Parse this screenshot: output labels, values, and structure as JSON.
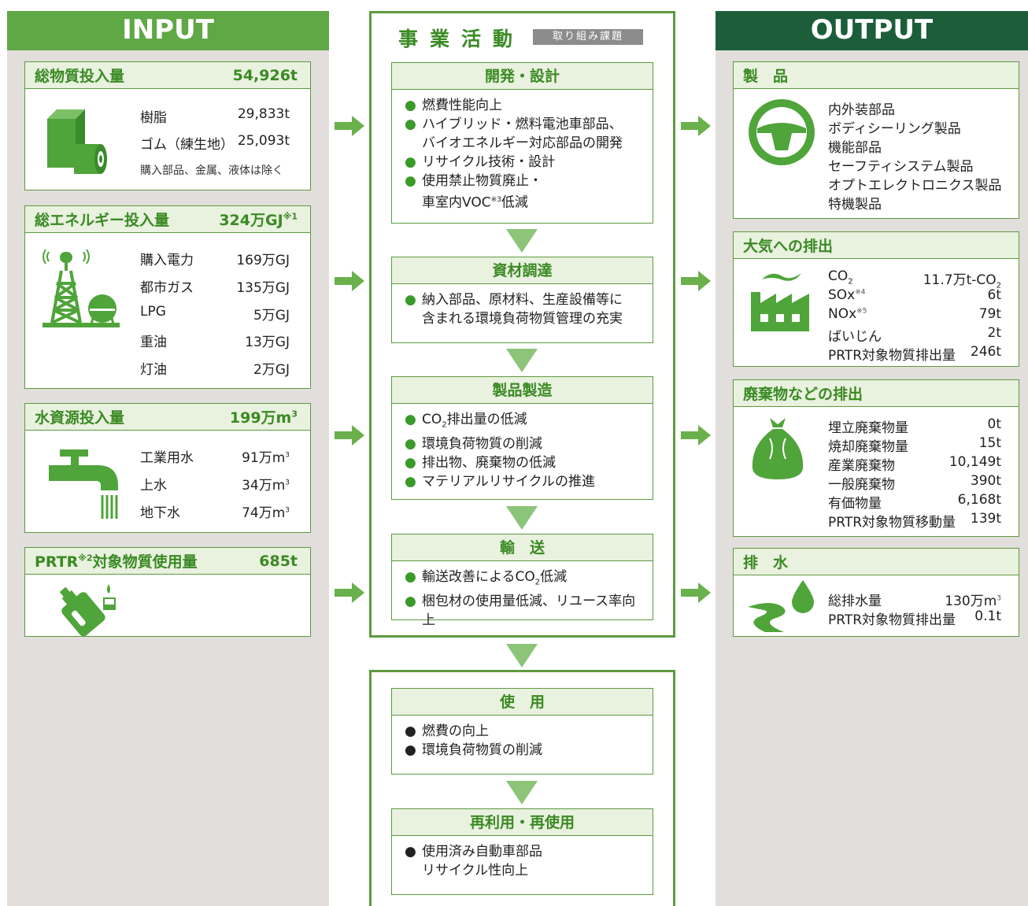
{
  "input": {
    "header": "INPUT",
    "materials": {
      "title": "総物質投入量",
      "total": "54,926t",
      "rows": [
        {
          "label": "樹脂",
          "value": "29,833t"
        },
        {
          "label": "ゴム（練生地）",
          "value": "25,093t"
        }
      ],
      "note": "購入部品、金属、液体は除く"
    },
    "energy": {
      "title": "総エネルギー投入量",
      "total": "324万GJ",
      "total_note": "※1",
      "rows": [
        {
          "label": "購入電力",
          "value": "169万GJ"
        },
        {
          "label": "都市ガス",
          "value": "135万GJ"
        },
        {
          "label": "LPG",
          "value": "5万GJ"
        },
        {
          "label": "重油",
          "value": "13万GJ"
        },
        {
          "label": "灯油",
          "value": "2万GJ"
        }
      ]
    },
    "water": {
      "title": "水資源投入量",
      "total": "199万m",
      "total_sup": "3",
      "rows": [
        {
          "label": "工業用水",
          "value": "91万m",
          "sup": "3"
        },
        {
          "label": "上水",
          "value": "34万m",
          "sup": "3"
        },
        {
          "label": "地下水",
          "value": "74万m",
          "sup": "3"
        }
      ]
    },
    "prtr": {
      "title_a": "PRTR",
      "title_note": "※2",
      "title_b": "対象物質使用量",
      "total": "685t"
    }
  },
  "center": {
    "title": "事業活動",
    "tag": "取り組み課題",
    "stages": [
      {
        "title": "開発・設計",
        "items": [
          [
            "燃費性能向上"
          ],
          [
            "ハイブリッド・燃料電池車部品、",
            "バイオエネルギー対応部品の開発"
          ],
          [
            "リサイクル技術・設計"
          ],
          [
            "使用禁止物質廃止・",
            "車室内VOC",
            "※3",
            "低減"
          ]
        ]
      },
      {
        "title": "資材調達",
        "items": [
          [
            "納入部品、原材料、生産設備等に",
            "含まれる環境負荷物質管理の充実"
          ]
        ]
      },
      {
        "title": "製品製造",
        "items": [
          [
            "CO",
            "2",
            "排出量の低減"
          ],
          [
            "環境負荷物質の削減"
          ],
          [
            "排出物、廃棄物の低減"
          ],
          [
            "マテリアルリサイクルの推進"
          ]
        ]
      },
      {
        "title": "輸　送",
        "items": [
          [
            "輸送改善によるCO",
            "2",
            "低減"
          ],
          [
            "梱包材の使用量低減、リユース率向上"
          ]
        ]
      }
    ],
    "use_stages": [
      {
        "title": "使　用",
        "items": [
          [
            "燃費の向上"
          ],
          [
            "環境負荷物質の削減"
          ]
        ]
      },
      {
        "title": "再利用・再使用",
        "items": [
          [
            "使用済み自動車部品",
            "リサイクル性向上"
          ]
        ]
      }
    ],
    "bullet": "●"
  },
  "output": {
    "header": "OUTPUT",
    "products": {
      "title": "製　品",
      "items": [
        "内外装部品",
        "ボディシーリング製品",
        "機能部品",
        "セーフティシステム製品",
        "オプトエレクトロニクス製品",
        "特機製品"
      ]
    },
    "air": {
      "title": "大気への排出",
      "rows": [
        {
          "label": "CO",
          "sub": "2",
          "value": "11.7万t-CO",
          "value_sub": "2"
        },
        {
          "label": "SOx",
          "sup": "※4",
          "value": "6t"
        },
        {
          "label": "NOx",
          "sup": "※5",
          "value": "79t"
        },
        {
          "label": "ばいじん",
          "value": "2t"
        },
        {
          "label": "PRTR対象物質排出量",
          "value": "246t"
        }
      ]
    },
    "waste": {
      "title": "廃棄物などの排出",
      "rows": [
        {
          "label": "埋立廃棄物量",
          "value": "0t"
        },
        {
          "label": "焼却廃棄物量",
          "value": "15t"
        },
        {
          "label": "産業廃棄物",
          "value": "10,149t"
        },
        {
          "label": "一般廃棄物",
          "value": "390t"
        },
        {
          "label": "有価物量",
          "value": "6,168t"
        },
        {
          "label": "PRTR対象物質移動量",
          "value": "139t"
        }
      ]
    },
    "drain": {
      "title": "排　水",
      "rows": [
        {
          "label": "総排水量",
          "value": "130万m",
          "sup": "3"
        },
        {
          "label": "PRTR対象物質排出量",
          "value": "0.1t"
        }
      ]
    }
  },
  "colors": {
    "green_header": "#5fa845",
    "dark_green_header": "#1d5e3a",
    "green_text": "#3a8a23",
    "icon_green": "#4fa43a",
    "arrow_green": "#6ab04c",
    "panel_bg": "#e1dedb"
  },
  "icons": [
    "material-roll-icon",
    "gas-tower-icon",
    "faucet-icon",
    "chemical-bottle-icon",
    "steering-wheel-icon",
    "factory-icon",
    "garbage-bag-icon",
    "river-drop-icon"
  ]
}
